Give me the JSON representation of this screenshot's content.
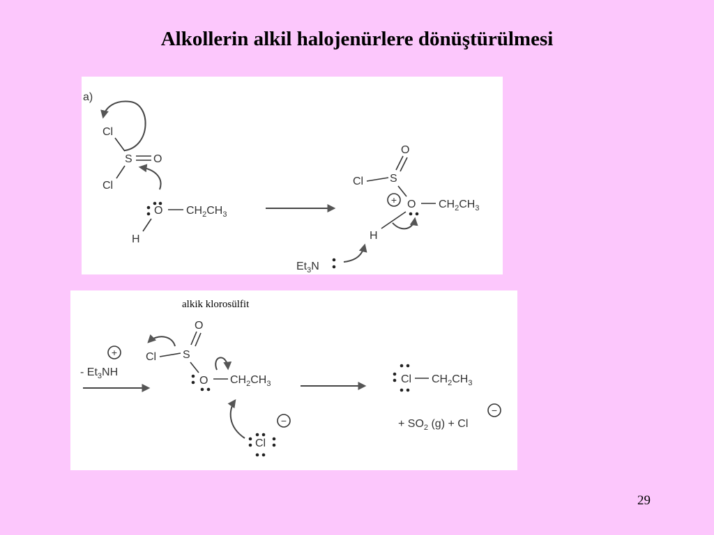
{
  "title": "Alkollerin alkil halojenürlere dönüştürülmesi",
  "page_number": "29",
  "panel_a": {
    "label": "a)",
    "thionyl": {
      "cl_top": "Cl",
      "s": "S",
      "o": "O",
      "cl_bottom": "Cl"
    },
    "ethanol": {
      "o": "O",
      "h": "H",
      "chain": "CH2CH3"
    },
    "product": {
      "o_top": "O",
      "s": "S",
      "cl": "Cl",
      "o": "O",
      "chain": "CH2CH3",
      "h": "H",
      "plus": "+"
    },
    "base": "Et3N"
  },
  "panel_b": {
    "caption": "alkik klorosülfit",
    "byproduct": "- Et3NH",
    "byproduct_plus": "+",
    "sulfite": {
      "o_top": "O",
      "s": "S",
      "cl": "Cl",
      "o": "O",
      "chain": "CH2CH3"
    },
    "chloride": {
      "cl": "Cl",
      "minus": "−"
    },
    "product": {
      "cl": "Cl",
      "chain": "CH2CH3"
    },
    "byproducts": "+ SO2 (g) + Cl",
    "byproducts_minus": "−"
  }
}
